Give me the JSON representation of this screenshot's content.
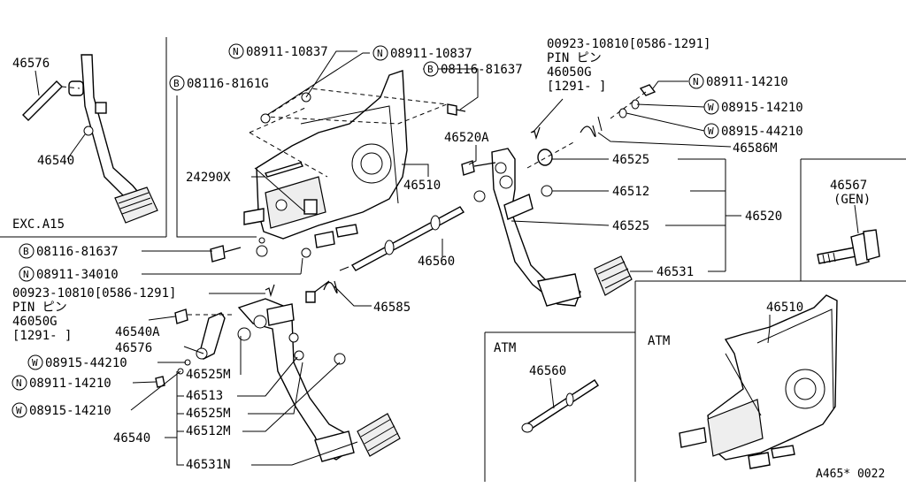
{
  "labels": {
    "p46576_top": "46576",
    "p46540_top": "46540",
    "exc": "EXC.A15",
    "n08911_10837_a": "08911-10837",
    "n08911_10837_b": "08911-10837",
    "b08116_81637_top": "08116-81637",
    "b08116_8161g": "08116-8161G",
    "pin_top_1": "00923-10810[0586-1291]",
    "pin_top_2": "PIN ピン",
    "pin_top_3": "46050G",
    "pin_top_4": "[1291-      ]",
    "n08911_14210_top": "08911-14210",
    "w08915_14210_top": "08915-14210",
    "w08915_44210_top": "08915-44210",
    "p46586m": "46586M",
    "p46520a": "46520A",
    "p46525_a": "46525",
    "p46512": "46512",
    "p46525_b": "46525",
    "p46520": "46520",
    "p46531": "46531",
    "p24290x": "24290X",
    "p46510": "46510",
    "b08116_81637_mid": "08116-81637",
    "n08911_34010": "08911-34010",
    "p46560": "46560",
    "p46567": "46567",
    "gen": "(GEN)",
    "pin_mid_1": "00923-10810[0586-1291]",
    "pin_mid_2": "PIN ピン",
    "pin_mid_3": "46050G",
    "pin_mid_4": "[1291-      ]",
    "p46585": "46585",
    "p46540a": "46540A",
    "p46576_mid": "46576",
    "w08915_44210_mid": "08915-44210",
    "p46525m_a": "46525M",
    "n08911_14210_mid": "08911-14210",
    "p46513": "46513",
    "w08915_14210_mid": "08915-14210",
    "p46525m_b": "46525M",
    "p46540_mid": "46540",
    "p46512m": "46512M",
    "p46531n": "46531N",
    "atm_a": "ATM",
    "p46560_atm": "46560",
    "atm_b": "ATM",
    "p46510_atm": "46510",
    "ref": "A465* 0022"
  },
  "callouts": {
    "N": "N",
    "B": "B",
    "W": "W"
  }
}
